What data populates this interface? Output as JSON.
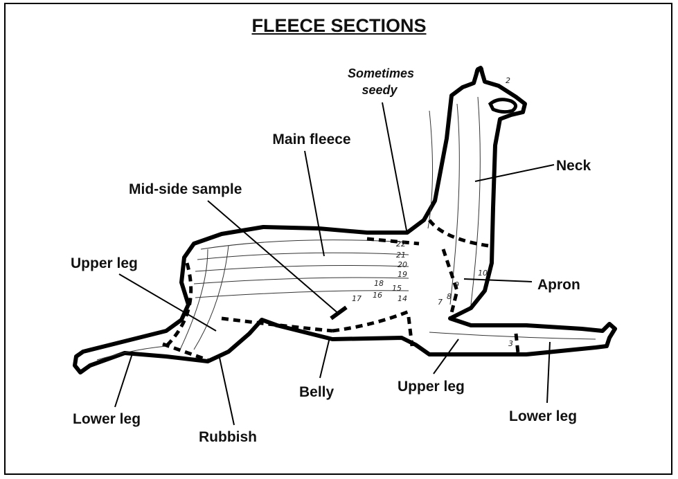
{
  "title": "FLEECE SECTIONS",
  "labels": {
    "sometimes_seedy_1": "Sometimes",
    "sometimes_seedy_2": "seedy",
    "main_fleece": "Main fleece",
    "neck": "Neck",
    "mid_side_sample": "Mid-side sample",
    "upper_leg_rear": "Upper leg",
    "apron": "Apron",
    "lower_leg_rear": "Lower leg",
    "rubbish": "Rubbish",
    "belly": "Belly",
    "upper_leg_front": "Upper leg",
    "lower_leg_front": "Lower leg"
  },
  "shearing_numbers": [
    "22",
    "21",
    "20",
    "19",
    "18",
    "17",
    "16",
    "15",
    "14",
    "9",
    "10",
    "8",
    "7",
    "3",
    "2"
  ]
}
